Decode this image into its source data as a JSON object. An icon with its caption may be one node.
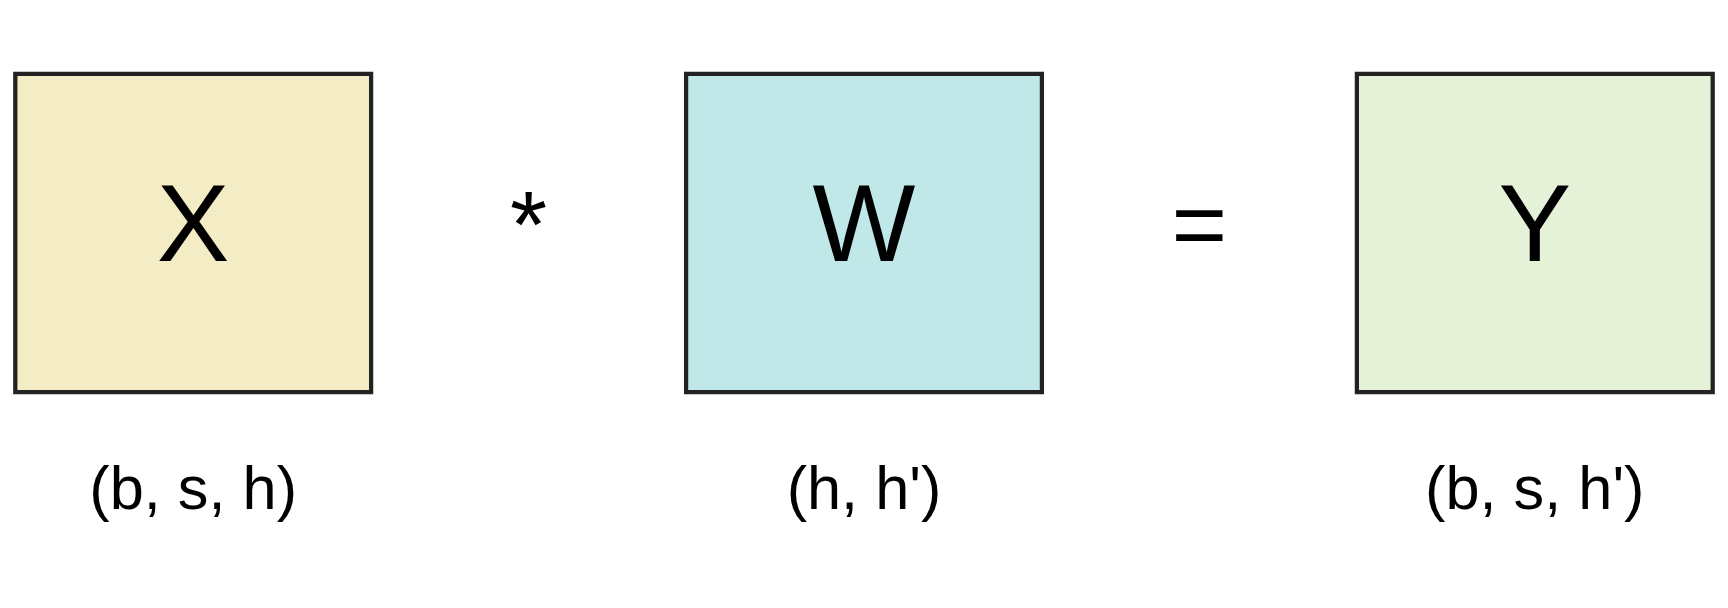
{
  "diagram": {
    "nodes": [
      {
        "text": [
          "X"
        ],
        "beside": [
          "(b, s, h)"
        ]
      },
      {
        "text": [
          "W"
        ],
        "beside": [
          "(h, h')"
        ]
      },
      {
        "text": [
          "Y"
        ],
        "beside": [
          "(b, s, h')"
        ]
      }
    ],
    "labels": [
      "*",
      "="
    ]
  }
}
